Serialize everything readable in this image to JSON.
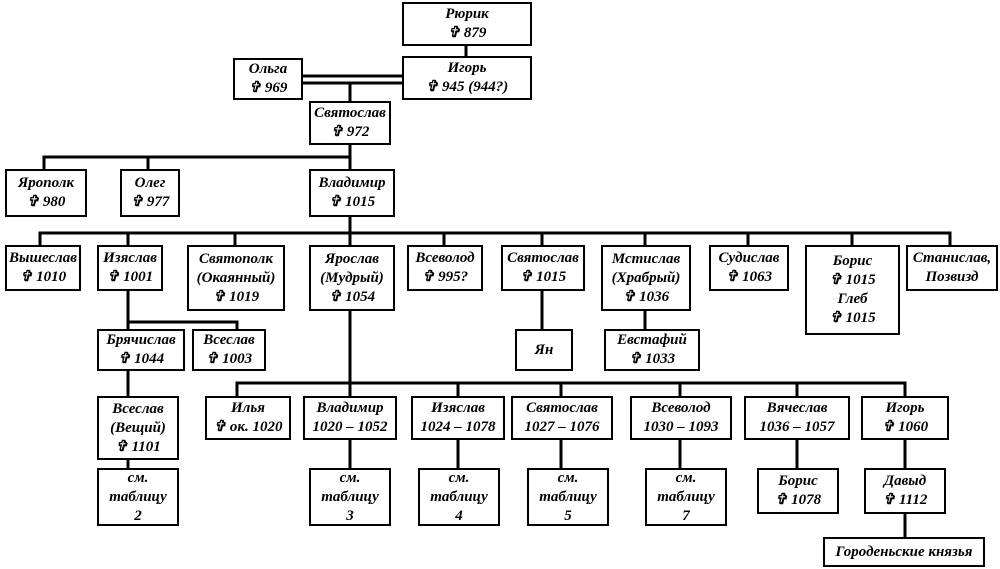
{
  "tree": {
    "rurik": [
      "Рюрик",
      "✞ 879"
    ],
    "olga": [
      "Ольга",
      "✞ 969"
    ],
    "igor": [
      "Игорь",
      "✞ 945 (944?)"
    ],
    "sviatoslav": [
      "Святослав",
      "✞ 972"
    ],
    "yaropolk": [
      "Ярополк",
      "✞ 980"
    ],
    "oleg": [
      "Олег",
      "✞ 977"
    ],
    "vladimir": [
      "Владимир",
      "✞ 1015"
    ],
    "vysheslav": [
      "Вышеслав",
      "✞ 1010"
    ],
    "izyaslav": [
      "Изяслав",
      "✞ 1001"
    ],
    "sviatopolk": [
      "Святополк",
      "(Окаянный)",
      "✞ 1019"
    ],
    "yaroslav": [
      "Ярослав",
      "(Мудрый)",
      "✞ 1054"
    ],
    "vsevolod_995": [
      "Всеволод",
      "✞ 995?"
    ],
    "sviatoslav_1015": [
      "Святослав",
      "✞ 1015"
    ],
    "mstislav": [
      "Мстислав",
      "(Храбрый)",
      "✞ 1036"
    ],
    "sudislav": [
      "Судислав",
      "✞ 1063"
    ],
    "boris_gleb": [
      "Борис",
      "✞ 1015",
      "Глеб",
      "✞ 1015"
    ],
    "stanislav": [
      "Станислав,",
      "Позвизд"
    ],
    "bryachislav": [
      "Брячислав",
      "✞ 1044"
    ],
    "vseslav_1003": [
      "Всеслав",
      "✞ 1003"
    ],
    "yan": [
      "Ян"
    ],
    "evstafiy": [
      "Евстафий",
      "✞ 1033"
    ],
    "vseslav_veshchiy": [
      "Всеслав",
      "(Вещий)",
      "✞ 1101"
    ],
    "table_2": [
      "см.",
      "таблицу",
      "2"
    ],
    "ilya": [
      "Илья",
      "✞ ок. 1020"
    ],
    "vladimir_1052": [
      "Владимир",
      "1020 – 1052"
    ],
    "izyaslav_1078": [
      "Изяслав",
      "1024 – 1078"
    ],
    "sviatoslav_1076": [
      "Святослав",
      "1027 – 1076"
    ],
    "vsevolod_1093": [
      "Всеволод",
      "1030 – 1093"
    ],
    "vyacheslav": [
      "Вячеслав",
      "1036 – 1057"
    ],
    "igor_1060": [
      "Игорь",
      "✞ 1060"
    ],
    "table_3": [
      "см.",
      "таблицу",
      "3"
    ],
    "table_4": [
      "см.",
      "таблицу",
      "4"
    ],
    "table_5": [
      "см.",
      "таблицу",
      "5"
    ],
    "table_7": [
      "см.",
      "таблицу",
      "7"
    ],
    "boris_1078": [
      "Борис",
      "✞ 1078"
    ],
    "davyd": [
      "Давыд",
      "✞ 1112"
    ],
    "gorodenskie": [
      "Городеньские князья"
    ]
  }
}
